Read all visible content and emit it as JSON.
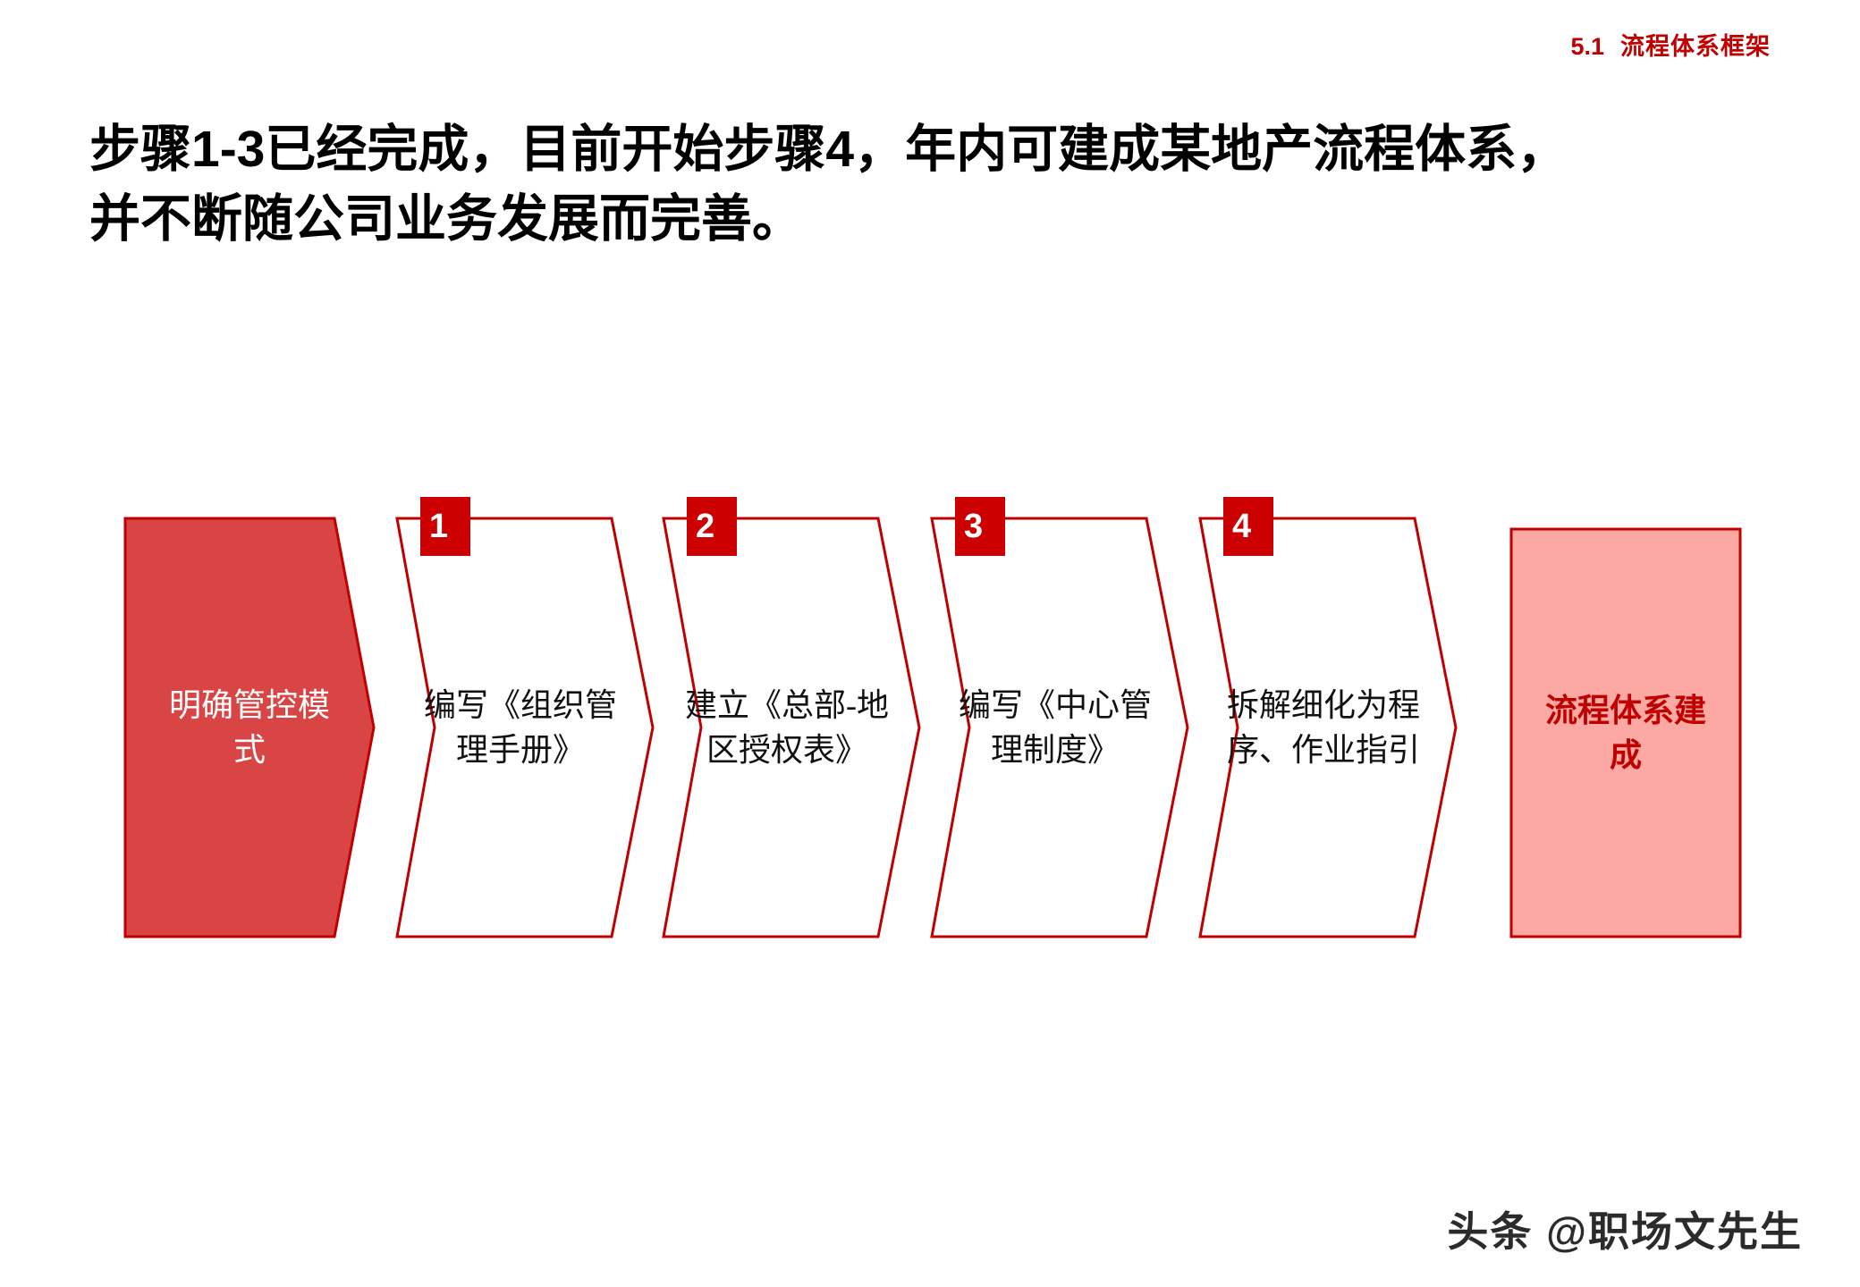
{
  "header": {
    "section_number": "5.1",
    "section_name": "流程体系框架",
    "color": "#C00000"
  },
  "title": {
    "line1": "步骤1-3已经完成，目前开始步骤4，年内可建成某地产流程体系，",
    "line2": "并不断随公司业务发展而完善。"
  },
  "colors": {
    "chevron_fill_red": "#D94545",
    "chevron_outline_red": "#C00000",
    "badge_red": "#CC0000",
    "final_fill_pink": "#FCA9A4",
    "text_dark": "#111111",
    "text_white": "#FFFFFF"
  },
  "diagram": {
    "type": "chevron-process-flow",
    "stages": [
      {
        "id": "stage-start",
        "badge": null,
        "label": "明确管控模式",
        "style": "filled-red",
        "fill": "#D94545",
        "stroke": "#C00000",
        "text_color": "#FFFFFF"
      },
      {
        "id": "stage-1",
        "badge": "1",
        "label": "编写《组织管理手册》",
        "style": "outline-white",
        "fill": "#FFFFFF",
        "stroke": "#C00000",
        "text_color": "#111111"
      },
      {
        "id": "stage-2",
        "badge": "2",
        "label": "建立《总部-地区授权表》",
        "style": "outline-white",
        "fill": "#FFFFFF",
        "stroke": "#C00000",
        "text_color": "#111111"
      },
      {
        "id": "stage-3",
        "badge": "3",
        "label": "编写《中心管理制度》",
        "style": "outline-white",
        "fill": "#FFFFFF",
        "stroke": "#C00000",
        "text_color": "#111111"
      },
      {
        "id": "stage-4",
        "badge": "4",
        "label": "拆解细化为程序、作业指引",
        "style": "outline-white",
        "fill": "#FFFFFF",
        "stroke": "#C00000",
        "text_color": "#111111"
      },
      {
        "id": "stage-end",
        "badge": null,
        "label": "流程体系建成",
        "style": "filled-pink",
        "fill": "#FCA9A4",
        "stroke": "#C00000",
        "text_color": "#C00000"
      }
    ]
  },
  "watermark": {
    "text": "头条 @职场文先生"
  }
}
